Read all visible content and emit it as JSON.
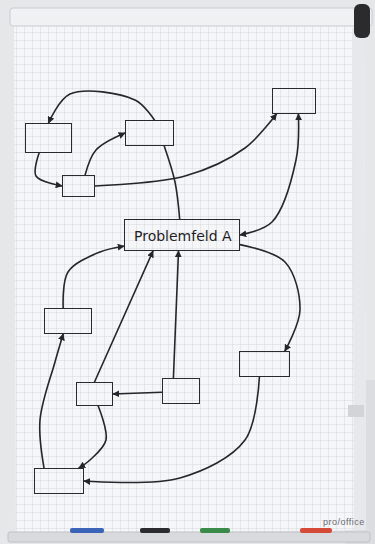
{
  "diagram": {
    "nodes": [
      {
        "text": []
      },
      {
        "text": []
      },
      {
        "text": []
      },
      {
        "text": []
      },
      {
        "text": [
          "Problemfeld A"
        ]
      },
      {
        "text": []
      },
      {
        "text": []
      },
      {
        "text": []
      },
      {
        "text": []
      },
      {
        "text": []
      }
    ],
    "edges": [
      {
        "from": 1,
        "to": 0,
        "arrow": "to"
      },
      {
        "from": 0,
        "to": 3,
        "arrow": "to"
      },
      {
        "from": 3,
        "to": 1,
        "arrow": "to"
      },
      {
        "from": 3,
        "to": 2,
        "arrow": "to"
      },
      {
        "from": 4,
        "to": 2,
        "arrow": "both"
      },
      {
        "from": 1,
        "to": 4,
        "arrow": "none"
      },
      {
        "from": 5,
        "to": 4,
        "arrow": "to"
      },
      {
        "from": 7,
        "to": 4,
        "arrow": "to"
      },
      {
        "from": 8,
        "to": 4,
        "arrow": "to"
      },
      {
        "from": 8,
        "to": 7,
        "arrow": "to"
      },
      {
        "from": 4,
        "to": 6,
        "arrow": "to"
      },
      {
        "from": 6,
        "to": 9,
        "arrow": "to"
      },
      {
        "from": 7,
        "to": 9,
        "arrow": "to"
      },
      {
        "from": 9,
        "to": 5,
        "arrow": "to"
      }
    ],
    "labels": [
      "pro/office"
    ]
  }
}
